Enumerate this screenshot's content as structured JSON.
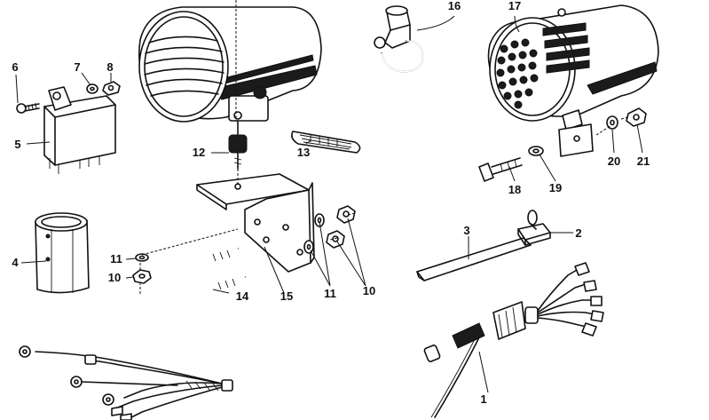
{
  "callouts": {
    "c1": "1",
    "c2": "2",
    "c3": "3",
    "c4": "4",
    "c5": "5",
    "c6": "6",
    "c7": "7",
    "c8": "8",
    "c10a": "10",
    "c10b": "10",
    "c11a": "11",
    "c11b": "11",
    "c12": "12",
    "c13": "13",
    "c14": "14",
    "c15": "15",
    "c16": "16",
    "c17": "17",
    "c18": "18",
    "c19": "19",
    "c20": "20",
    "c21": "21"
  }
}
